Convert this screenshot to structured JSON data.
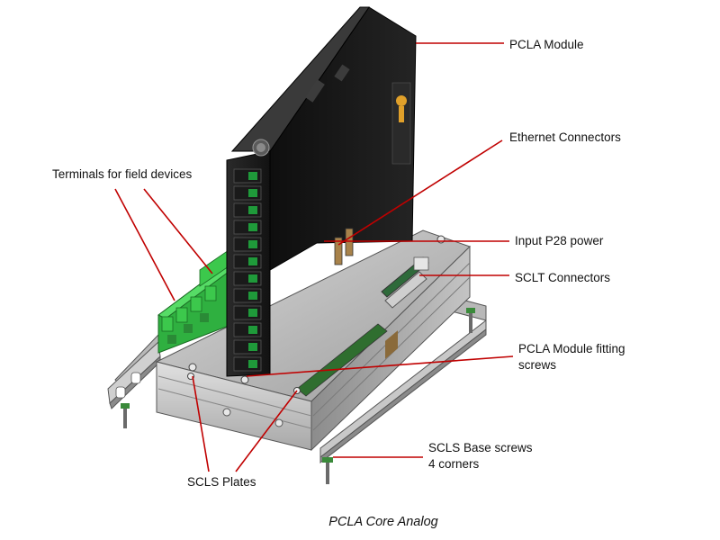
{
  "labels": {
    "pcla_module": "PCLA Module",
    "ethernet_connectors": "Ethernet Connectors",
    "terminals_field_devices": "Terminals for field devices",
    "input_p28_power": "Input P28 power",
    "sclt_connectors": "SCLT Connectors",
    "pcla_fitting_screws_line1": "PCLA Module fitting",
    "pcla_fitting_screws_line2": "screws",
    "scls_base_screws_line1": "SCLS Base screws",
    "scls_base_screws_line2": "4 corners",
    "scls_plates": "SCLS Plates"
  },
  "caption": "PCLA Core Analog",
  "colors": {
    "leader": "#c00000",
    "module_body": "#1c1c1c",
    "base_metal": "#b4b4b4",
    "terminal_green": "#3cc84c",
    "ethernet_green": "#1f9a3a",
    "logo_orange": "#e0a02a"
  }
}
